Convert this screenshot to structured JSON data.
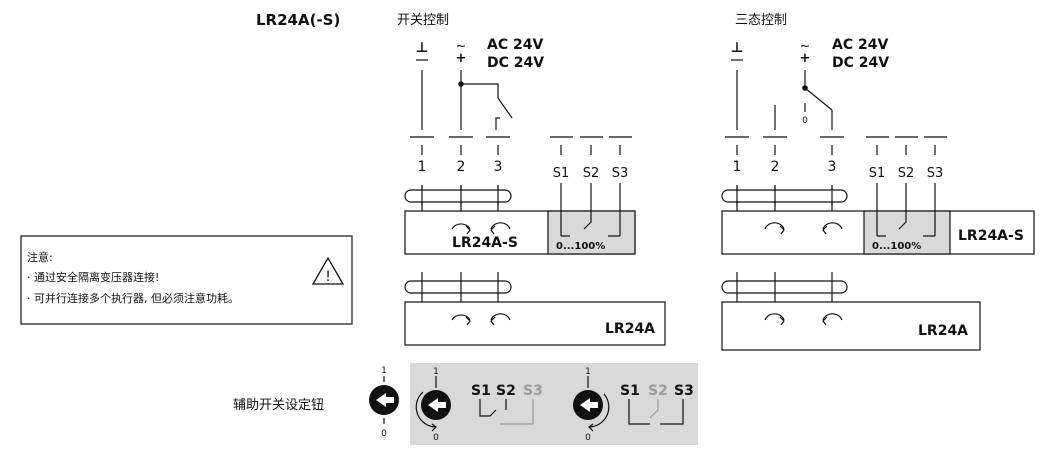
{
  "model_label": "LR24A(-S)",
  "sections": {
    "onoff": {
      "title": "开关控制"
    },
    "threepoint": {
      "title": "三态控制"
    }
  },
  "supply": {
    "ground_symbol": "⊥",
    "ac_symbol": "~",
    "dc_symbol": "+",
    "ac_label": "AC 24V",
    "dc_label": "DC 24V"
  },
  "terminals": {
    "wire_1": "1",
    "wire_2": "2",
    "wire_3": "3",
    "s1": "S1",
    "s2": "S2",
    "s3": "S3"
  },
  "devices": {
    "lr24a_s": "LR24A-S",
    "lr24a": "LR24A",
    "range": "0...100%"
  },
  "switch_positions": {
    "one": "1",
    "zero": "0"
  },
  "note": {
    "title": "注意:",
    "items": [
      "· 通过安全隔离变压器连接!",
      "· 可并行连接多个执行器, 但必须注意功耗。"
    ],
    "warning_symbol": "!"
  },
  "aux_switch": {
    "label": "辅助开关设定钮"
  },
  "colors": {
    "line": "#111111",
    "panel_gray": "#d9d9d9",
    "inactive_gray": "#9a9a9a"
  }
}
